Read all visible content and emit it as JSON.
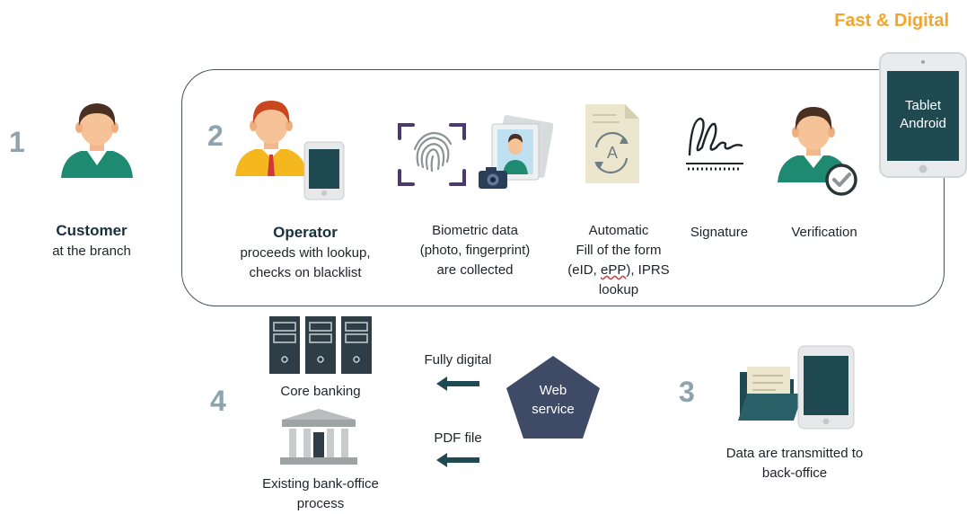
{
  "badge": "Fast & Digital",
  "steps": {
    "s1": "1",
    "s2": "2",
    "s3": "3",
    "s4": "4"
  },
  "tablet": {
    "line1": "Tablet",
    "line2": "Android"
  },
  "customer": {
    "title": "Customer",
    "sub": "at the branch"
  },
  "operator": {
    "title": "Operator",
    "line1": "proceeds with lookup,",
    "line2": "checks on blacklist"
  },
  "biometric": {
    "line1": "Biometric data",
    "line2": "(photo, fingerprint)",
    "line3": "are collected"
  },
  "autofill": {
    "line1": "Automatic",
    "line2": "Fill of the form",
    "l3a": "(eID, ",
    "l3b": "ePP",
    "l3c": "), IPRS",
    "line4": "lookup"
  },
  "signature": "Signature",
  "verification": "Verification",
  "core": "Core banking",
  "backoffice": {
    "line1": "Existing bank-office",
    "line2": "process"
  },
  "fully": "Fully digital",
  "pdf": "PDF file",
  "web": {
    "line1": "Web",
    "line2": "service"
  },
  "transmit": {
    "line1": "Data are transmitted to",
    "line2": "back-office"
  },
  "colors": {
    "accent": "#f4a52a",
    "dark": "#2c4650",
    "step": "#8ea3ad"
  },
  "icons": [
    "customer-icon",
    "operator-icon",
    "tablet-small-icon",
    "fingerprint-icon",
    "photo-id-icon",
    "camera-icon",
    "form-document-icon",
    "signature-icon",
    "verification-agent-icon",
    "checkmark-badge-icon",
    "tablet-android-icon",
    "server-icon",
    "bank-building-icon",
    "web-service-pentagon",
    "folder-icon",
    "tablet-icon",
    "arrow-left-icon"
  ]
}
